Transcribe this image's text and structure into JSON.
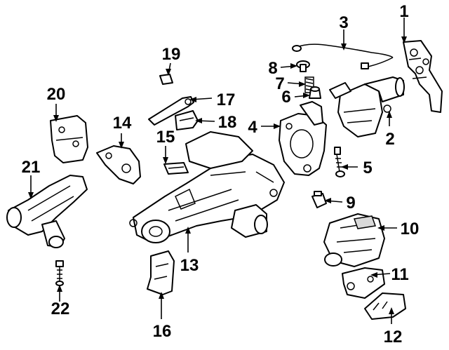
{
  "callouts": [
    {
      "id": "1",
      "text": "1"
    },
    {
      "id": "2",
      "text": "2"
    },
    {
      "id": "3",
      "text": "3"
    },
    {
      "id": "4",
      "text": "4"
    },
    {
      "id": "5",
      "text": "5"
    },
    {
      "id": "6",
      "text": "6"
    },
    {
      "id": "7",
      "text": "7"
    },
    {
      "id": "8",
      "text": "8"
    },
    {
      "id": "9",
      "text": "9"
    },
    {
      "id": "10",
      "text": "10"
    },
    {
      "id": "11",
      "text": "11"
    },
    {
      "id": "12",
      "text": "12"
    },
    {
      "id": "13",
      "text": "13"
    },
    {
      "id": "14",
      "text": "14"
    },
    {
      "id": "15",
      "text": "15"
    },
    {
      "id": "16",
      "text": "16"
    },
    {
      "id": "17",
      "text": "17"
    },
    {
      "id": "18",
      "text": "18"
    },
    {
      "id": "19",
      "text": "19"
    },
    {
      "id": "20",
      "text": "20"
    },
    {
      "id": "21",
      "text": "21"
    },
    {
      "id": "22",
      "text": "22"
    }
  ]
}
